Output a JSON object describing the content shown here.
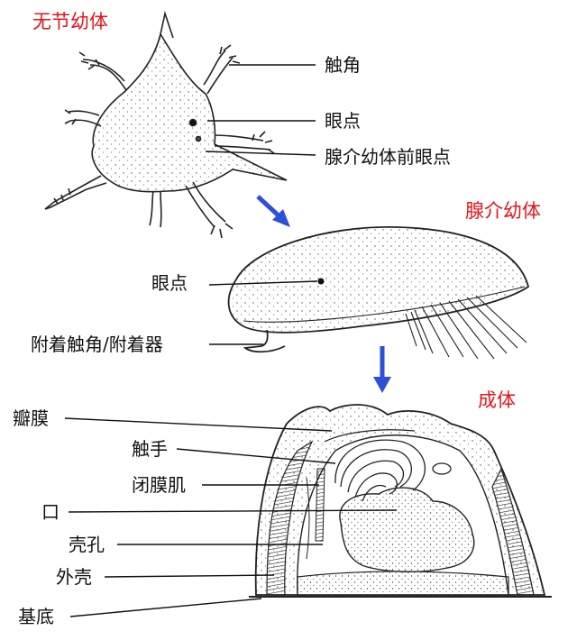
{
  "colors": {
    "stage_title": "#e4141c",
    "arrow": "#2e4fd8",
    "ink": "#111111"
  },
  "stages": {
    "nauplius": "无节幼体",
    "cyprid": "腺介幼体",
    "adult": "成体"
  },
  "labels": {
    "nauplius_antenna": "触角",
    "nauplius_eyespot": "眼点",
    "nauplius_cyprid_eyespot": "腺介幼体前眼点",
    "cyprid_eyespot": "眼点",
    "cyprid_attachment": "附着触角/附着器",
    "adult_valve_membrane": "瓣膜",
    "adult_cirri": "触手",
    "adult_adductor": "闭膜肌",
    "adult_mouth": "口",
    "adult_shell_pore": "壳孔",
    "adult_shell": "外壳",
    "adult_base": "基底"
  }
}
